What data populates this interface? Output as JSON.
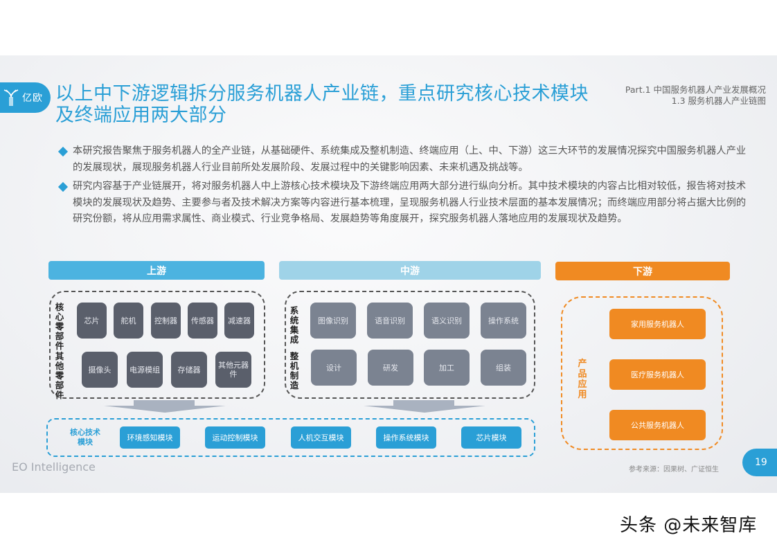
{
  "header": {
    "logo_text": "亿欧",
    "title": "以上中下游逻辑拆分服务机器人产业链，重点研究核心技术模块及终端应用两大部分",
    "section_part": "Part.1 中国服务机器人产业发展概况",
    "section_sub": "1.3 服务机器人产业链图"
  },
  "bullets": [
    "本研究报告聚焦于服务机器人的全产业链，从基础硬件、系统集成及整机制造、终端应用（上、中、下游）这三大环节的发展情况探究中国服务机器人产业的发展现状，展现服务机器人行业目前所处发展阶段、发展过程中的关键影响因素、未来机遇及挑战等。",
    "研究内容基于产业链展开，将对服务机器人中上游核心技术模块及下游终端应用两大部分进行纵向分析。其中技术模块的内容占比相对较低，报告将对技术模块的发展现状及趋势、主要参与者及技术解决方案等内容进行基本梳理，呈现服务机器人行业技术层面的基本发展情况；而终端应用部分将占据大比例的研究份额，将从应用需求属性、商业模式、行业竞争格局、发展趋势等角度展开，探究服务机器人落地应用的发展现状及趋势。"
  ],
  "diagram": {
    "upstream": {
      "label": "上游",
      "color": "#4cb3e0",
      "group1_label": "核心零部件",
      "group1_items": [
        "芯片",
        "舵机",
        "控制器",
        "传感器",
        "减速器"
      ],
      "group2_label": "其他零部件",
      "group2_items": [
        "摄像头",
        "电源模组",
        "存储器",
        "其他元器件"
      ]
    },
    "midstream": {
      "label": "中游",
      "color": "#9fd3e8",
      "group1_label": "系统集成",
      "group1_items": [
        "图像识别",
        "语音识别",
        "语义识别",
        "操作系统"
      ],
      "group2_label": "整机制造",
      "group2_items": [
        "设计",
        "研发",
        "加工",
        "组装"
      ]
    },
    "downstream": {
      "label": "下游",
      "color": "#f08a22",
      "group_label": "产品应用",
      "items": [
        "家用服务机器人",
        "医疗服务机器人",
        "公共服务机器人"
      ]
    },
    "core_tech": {
      "label": "核心技术模块",
      "items": [
        "环境感知模块",
        "运动控制模块",
        "人机交互模块",
        "操作系统模块",
        "芯片模块"
      ]
    }
  },
  "footer": {
    "brand": "EO Intelligence",
    "source": "参考来源：因果树、广证恒生",
    "page_number": "19"
  },
  "watermark": "头条 @未来智库"
}
